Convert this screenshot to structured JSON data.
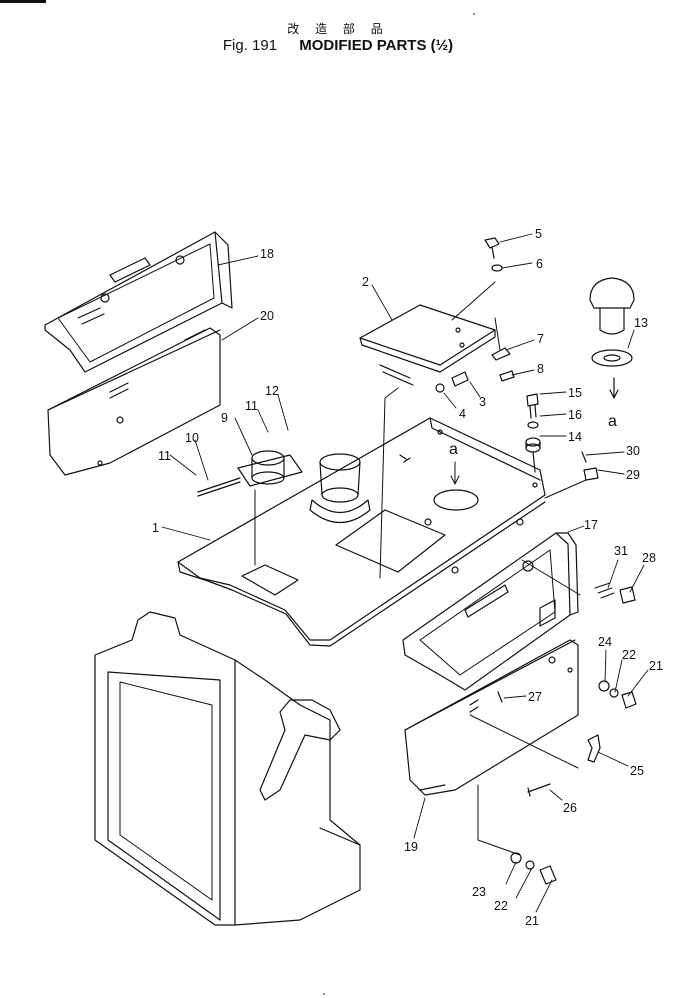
{
  "header": {
    "jp_title": "改 造 部 品",
    "fig_number": "Fig. 191",
    "fig_title": "MODIFIED PARTS (½)"
  },
  "view_refs": {
    "a_top": "a",
    "a_center": "a"
  },
  "parts": {
    "p1": "1",
    "p2": "2",
    "p3": "3",
    "p4": "4",
    "p5": "5",
    "p6": "6",
    "p7": "7",
    "p8": "8",
    "p9": "9",
    "p10": "10",
    "p11a": "11",
    "p11b": "11",
    "p12": "12",
    "p13": "13",
    "p14": "14",
    "p15": "15",
    "p16": "16",
    "p17": "17",
    "p18": "18",
    "p19": "19",
    "p20": "20",
    "p21a": "21",
    "p21b": "21",
    "p22a": "22",
    "p22b": "22",
    "p23": "23",
    "p24": "24",
    "p25": "25",
    "p26": "26",
    "p27": "27",
    "p28": "28",
    "p29": "29",
    "p30": "30",
    "p31": "31"
  }
}
